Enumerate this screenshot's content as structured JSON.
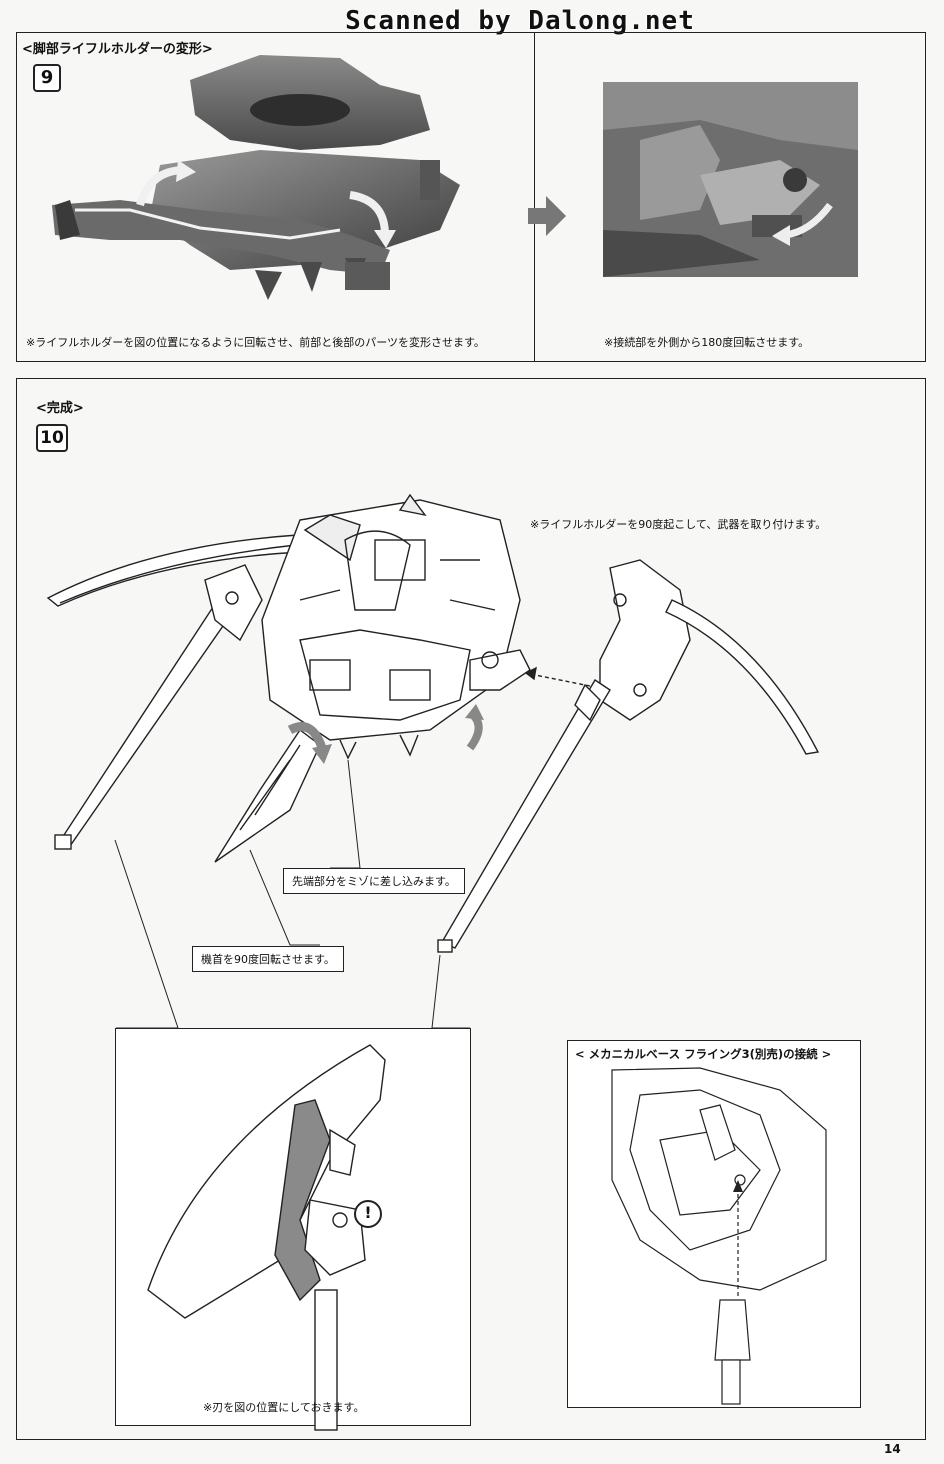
{
  "watermark": "Scanned by Dalong.net",
  "step9": {
    "section_title": "<脚部ライフルホルダーの変形>",
    "number": "9",
    "caption_left": "※ライフルホルダーを図の位置になるように回転させ、前部と後部のパーツを変形させます。",
    "caption_right": "※接続部を外側から180度回転させます。"
  },
  "step10": {
    "section_title": "<完成>",
    "number": "10",
    "note_rifle": "※ライフルホルダーを90度起こして、武器を取り付けます。",
    "callout_tip": "先端部分をミゾに差し込みます。",
    "callout_nose": "機首を90度回転させます。",
    "caution_symbol": "!",
    "detail_caption": "※刃を図の位置にしておきます。",
    "base_title": "< メカニカルベース フライング3(別売)の接続 >"
  },
  "page_number": "14"
}
